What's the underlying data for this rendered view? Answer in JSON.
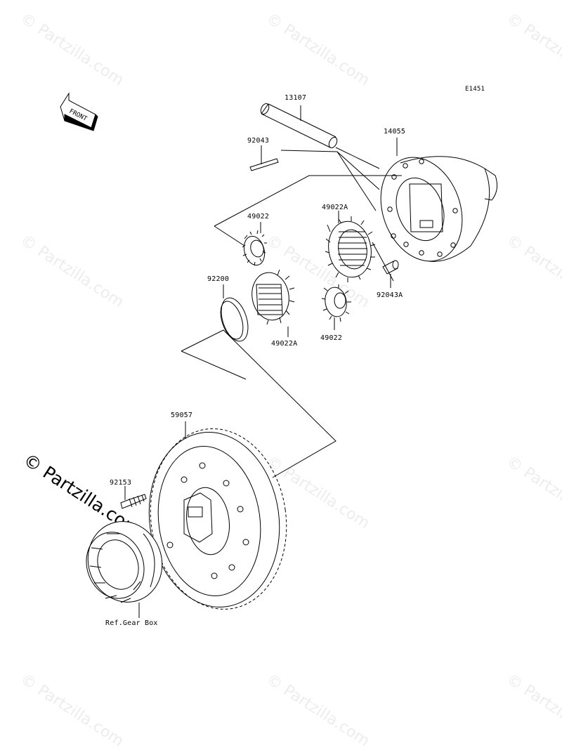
{
  "diagram_code": "E1451",
  "front_label": "FRONT",
  "watermark": "© Partzilla.com",
  "footer_ref": "Ref.Gear Box",
  "parts": {
    "shaft": "13107",
    "pin": "92043",
    "case": "14055",
    "gear_49022_upper": "49022",
    "gear_49022A_upper": "49022A",
    "dowel": "92043A",
    "washer": "92200",
    "gear_49022A_lower": "49022A",
    "gear_49022_lower": "49022",
    "ring_gear": "59057",
    "bolt": "92153"
  }
}
